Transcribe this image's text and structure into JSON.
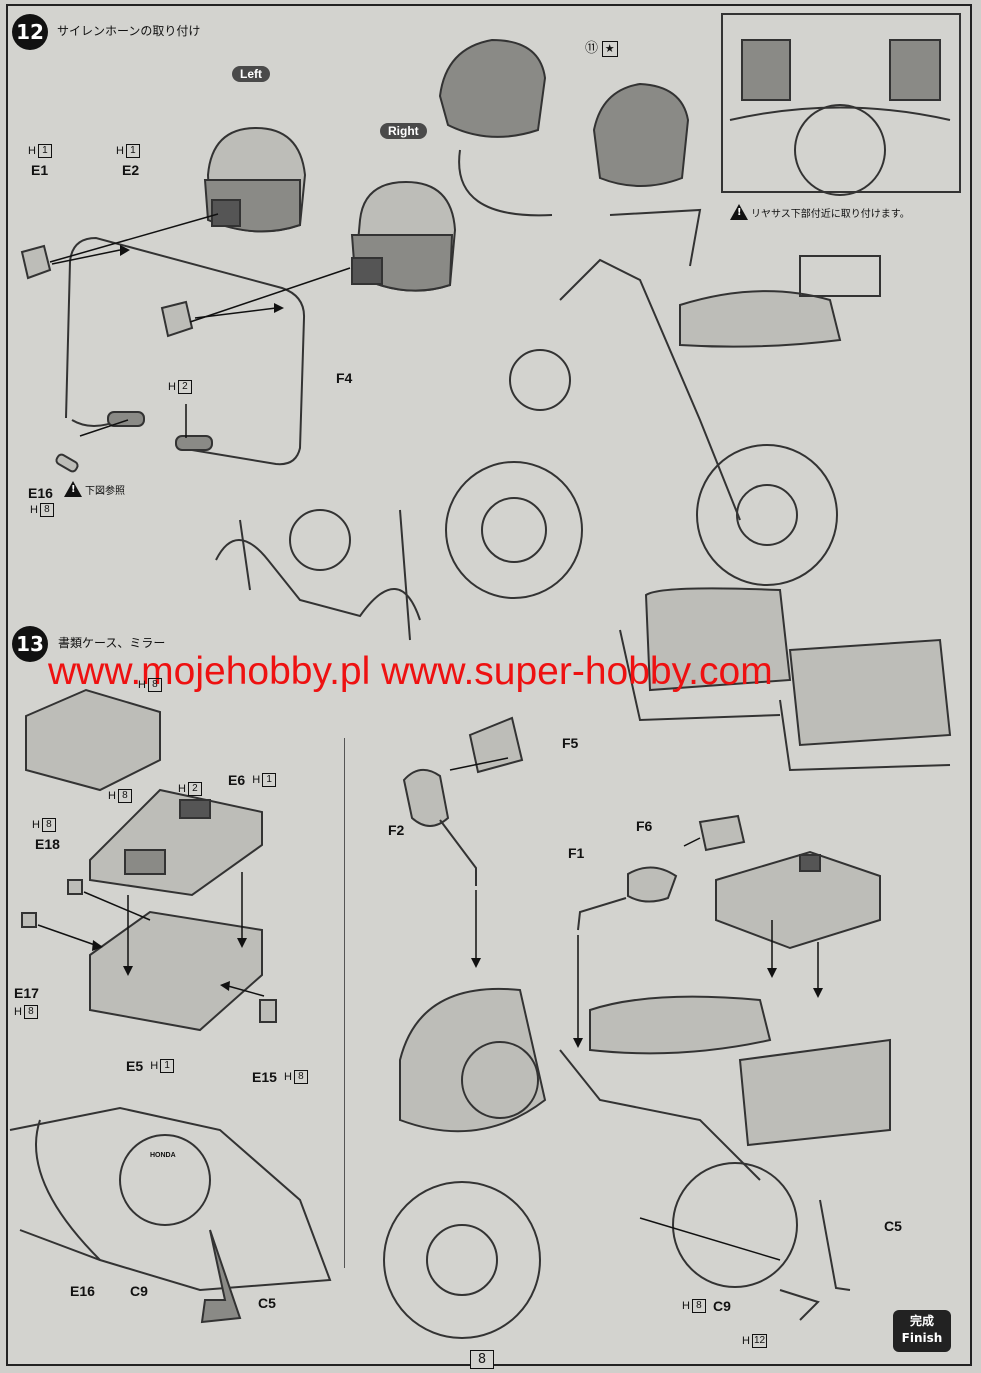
{
  "steps": {
    "s12": {
      "number": "12",
      "title": "サイレンホーンの取り付け"
    },
    "s13": {
      "number": "13",
      "title": "書類ケース、ミラー"
    }
  },
  "labels": {
    "left": "Left",
    "right": "Right"
  },
  "notes": {
    "see_below": "下図参照",
    "rear_suspension": "リヤサス下部付近に取り付けます。"
  },
  "parts": {
    "E1": "E1",
    "E2": "E2",
    "F4": "F4",
    "E16": "E16",
    "E5": "E5",
    "E6": "E6",
    "E15": "E15",
    "E17": "E17",
    "E18": "E18",
    "F1": "F1",
    "F2": "F2",
    "F5": "F5",
    "F6": "F6",
    "C5": "C5",
    "C9": "C9",
    "num11": "⑪"
  },
  "runners": {
    "e1": {
      "letter": "H",
      "num": "1"
    },
    "e2": {
      "letter": "H",
      "num": "1"
    },
    "h2a": {
      "letter": "H",
      "num": "2"
    },
    "e16": {
      "letter": "H",
      "num": "8"
    },
    "top13": {
      "letter": "H",
      "num": "8"
    },
    "e6": {
      "letter": "H",
      "num": "1"
    },
    "h8a": {
      "letter": "H",
      "num": "8"
    },
    "h2b": {
      "letter": "H",
      "num": "2"
    },
    "e18": {
      "letter": "H",
      "num": "8"
    },
    "e17": {
      "letter": "H",
      "num": "8"
    },
    "e5": {
      "letter": "H",
      "num": "1"
    },
    "e15": {
      "letter": "H",
      "num": "8"
    },
    "c9": {
      "letter": "H",
      "num": "8"
    },
    "h12": {
      "letter": "H",
      "num": "12"
    }
  },
  "bottom_labels": {
    "E16": "E16",
    "C9": "C9",
    "C5": "C5",
    "HONDA": "HONDA"
  },
  "watermark": "www.mojehobby.pl www.super-hobby.com",
  "finish": {
    "jp": "完成",
    "en": "Finish"
  },
  "page_number": "8"
}
